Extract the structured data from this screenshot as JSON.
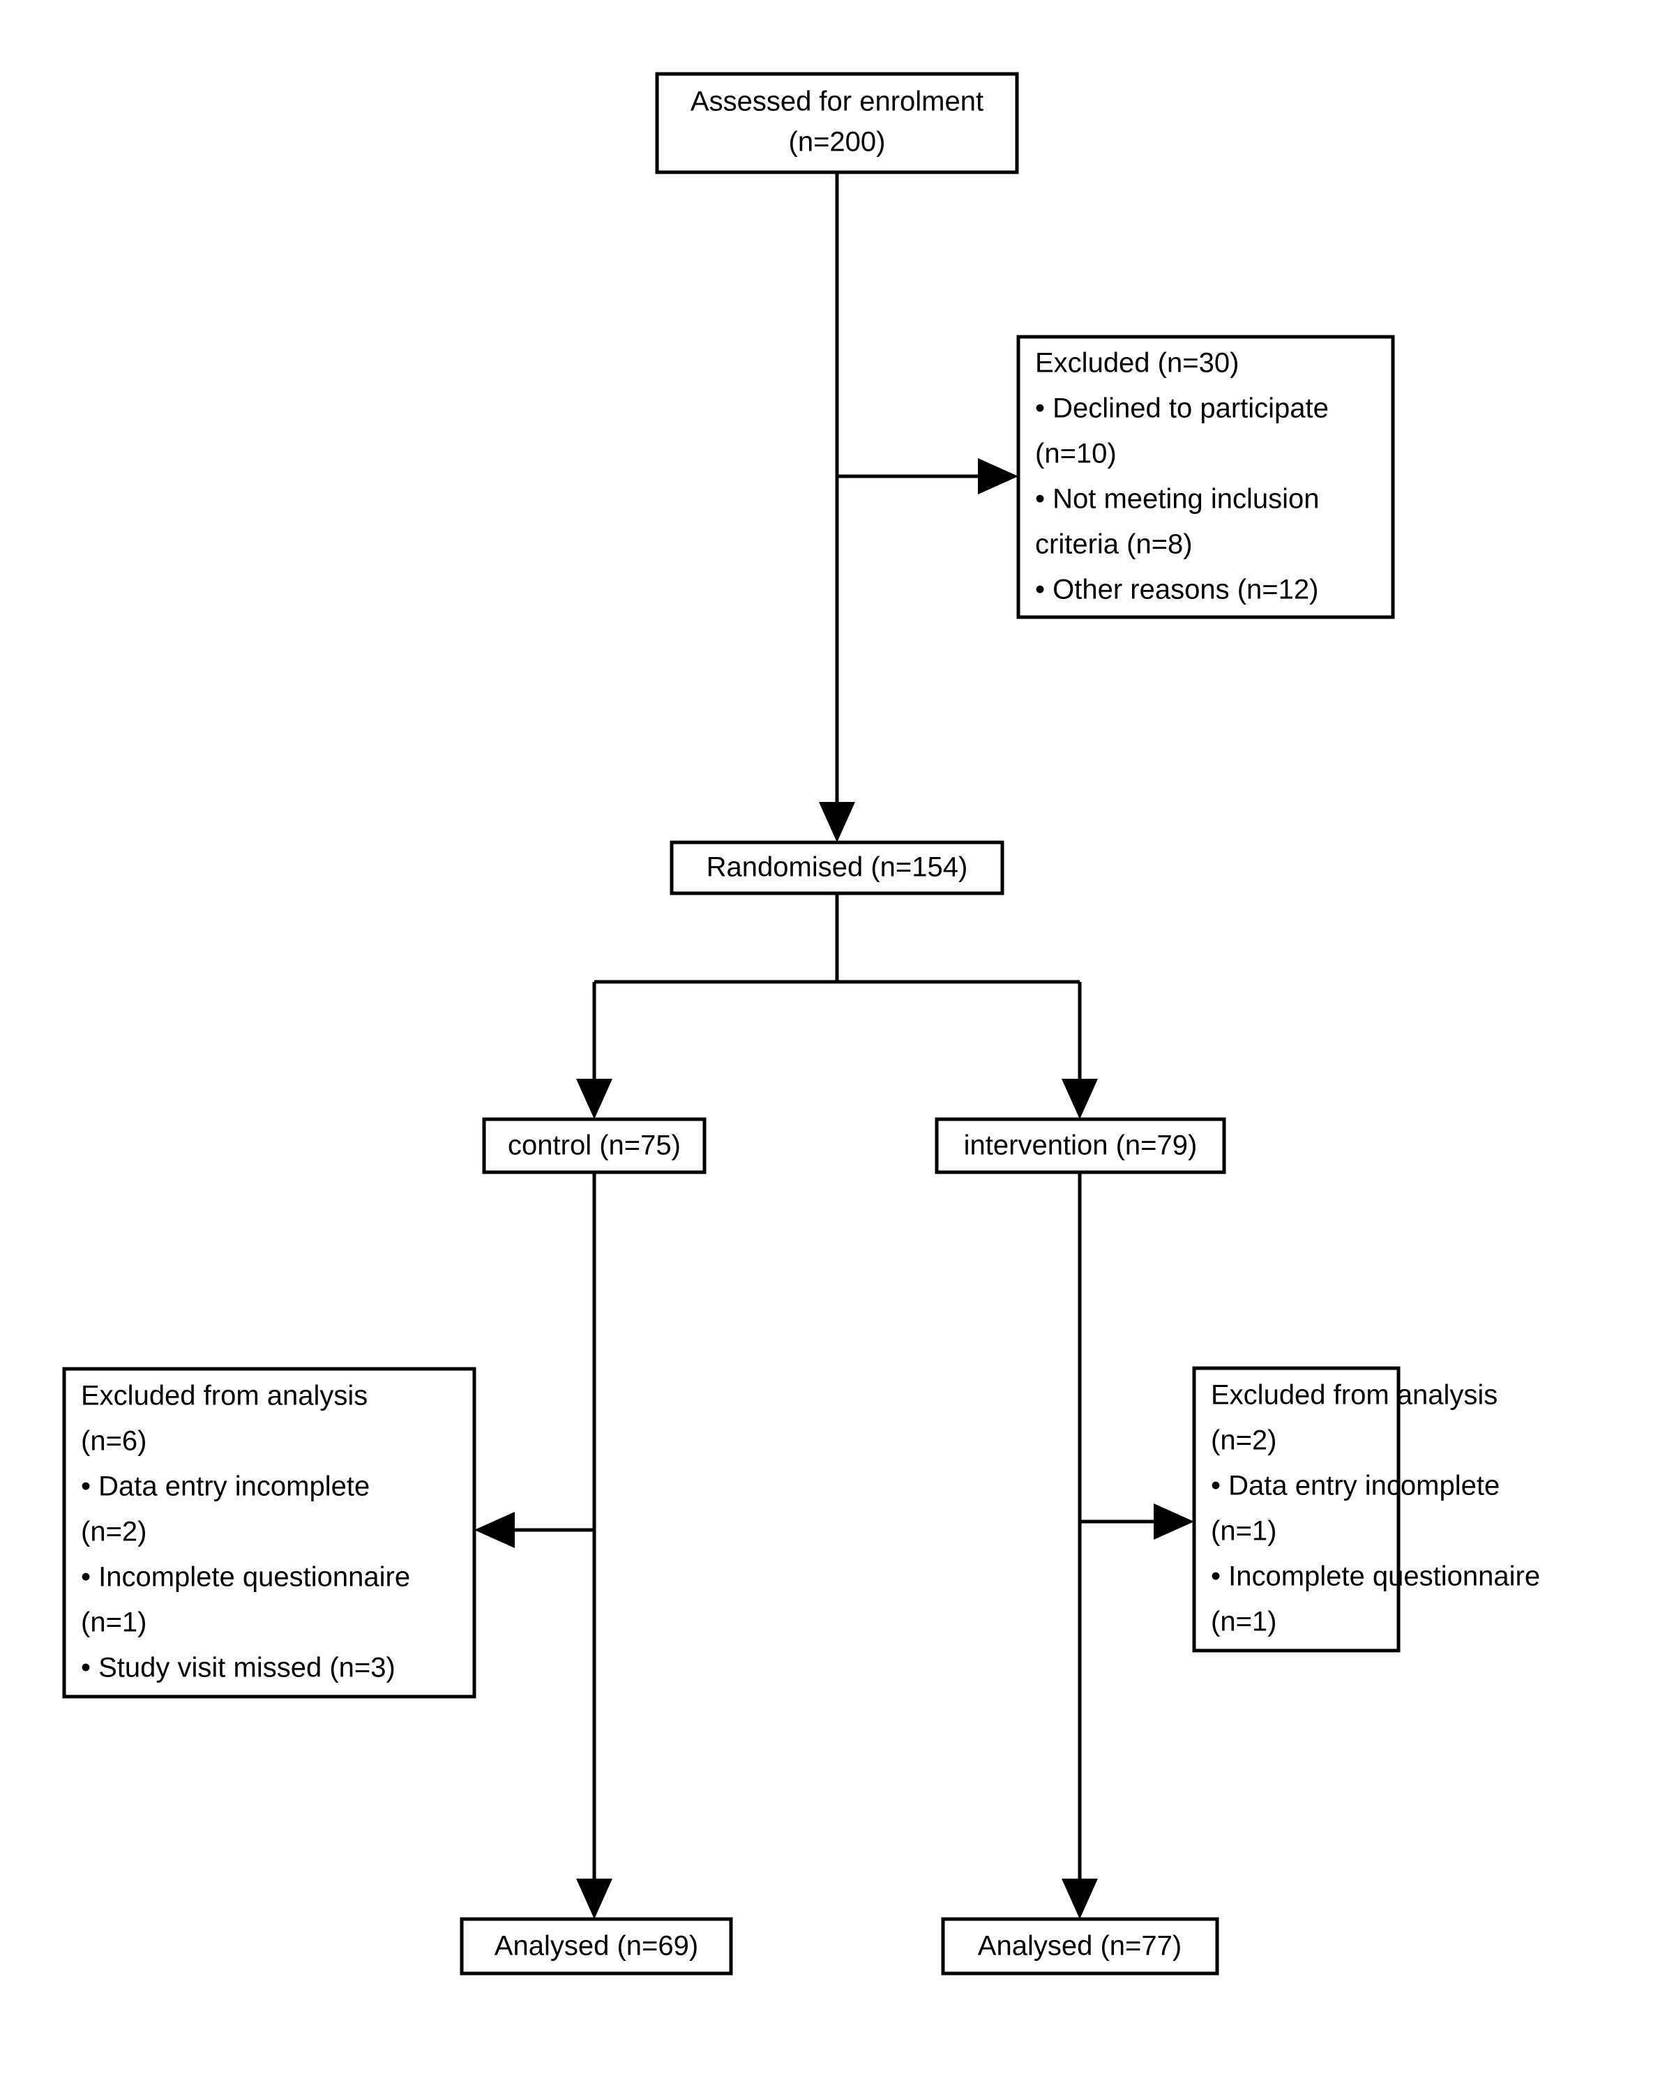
{
  "diagram": {
    "type": "consort-flow-diagram",
    "title": "CONSORT participant flow diagram",
    "background_color": "#ffffff",
    "line_color": "#000000",
    "text_color": "#000000"
  },
  "nodes": {
    "enrolment": {
      "id": "assessed-for-enrolment",
      "lines": [
        "Assessed for enrolment",
        "(n=200)"
      ],
      "align": "center",
      "n": 200
    },
    "excluded_enrolment": {
      "id": "excluded-enrolment",
      "lines": [
        "Excluded (n=30)",
        "• Declined to participate",
        "(n=10)",
        "• Not meeting inclusion",
        "criteria (n=8)",
        "• Other reasons (n=12)"
      ],
      "align": "start",
      "n": 30,
      "reasons": [
        {
          "label": "Declined to participate",
          "n": 10
        },
        {
          "label": "Not meeting inclusion criteria",
          "n": 8
        },
        {
          "label": "Other reasons",
          "n": 12
        }
      ]
    },
    "randomised": {
      "id": "randomised",
      "lines": [
        "Randomised (n=154)"
      ],
      "align": "center",
      "n": 154
    },
    "control": {
      "id": "control-allocation",
      "lines": [
        "control (n=75)"
      ],
      "align": "center",
      "n": 75
    },
    "intervention": {
      "id": "intervention-allocation",
      "lines": [
        "intervention (n=79)"
      ],
      "align": "center",
      "n": 79
    },
    "excluded_control": {
      "id": "excluded-from-analysis-control",
      "lines": [
        "Excluded from analysis",
        "(n=6)",
        "• Data entry incomplete",
        "(n=2)",
        "• Incomplete questionnaire",
        "(n=1)",
        "• Study visit missed (n=3)"
      ],
      "align": "start",
      "n": 6,
      "reasons": [
        {
          "label": "Data entry incomplete",
          "n": 2
        },
        {
          "label": "Incomplete questionnaire",
          "n": 1
        },
        {
          "label": "Study visit missed",
          "n": 3
        }
      ]
    },
    "excluded_intervention": {
      "id": "excluded-from-analysis-intervention",
      "lines": [
        "Excluded from analysis",
        "(n=2)",
        "• Data entry incomplete",
        "(n=1)",
        "• Incomplete questionnaire",
        "(n=1)"
      ],
      "align": "start",
      "n": 2,
      "reasons": [
        {
          "label": "Data entry incomplete",
          "n": 1
        },
        {
          "label": "Incomplete questionnaire",
          "n": 1
        }
      ]
    },
    "analysed_control": {
      "id": "analysed-control",
      "lines": [
        "Analysed (n=69)"
      ],
      "align": "center",
      "n": 69
    },
    "analysed_intervention": {
      "id": "analysed-intervention",
      "lines": [
        "Analysed (n=77)"
      ],
      "align": "center",
      "n": 77
    }
  },
  "flows": [
    {
      "from": "assessed-for-enrolment",
      "to": "randomised",
      "kind": "vertical-arrow"
    },
    {
      "from": "assessed-for-enrolment",
      "to": "excluded-enrolment",
      "kind": "side-arrow-right"
    },
    {
      "from": "randomised",
      "to": "control-allocation",
      "kind": "split-arrow-left"
    },
    {
      "from": "randomised",
      "to": "intervention-allocation",
      "kind": "split-arrow-right"
    },
    {
      "from": "control-allocation",
      "to": "excluded-from-analysis-control",
      "kind": "side-arrow-left"
    },
    {
      "from": "control-allocation",
      "to": "analysed-control",
      "kind": "vertical-arrow"
    },
    {
      "from": "intervention-allocation",
      "to": "excluded-from-analysis-intervention",
      "kind": "side-arrow-right"
    },
    {
      "from": "intervention-allocation",
      "to": "analysed-intervention",
      "kind": "vertical-arrow"
    }
  ]
}
